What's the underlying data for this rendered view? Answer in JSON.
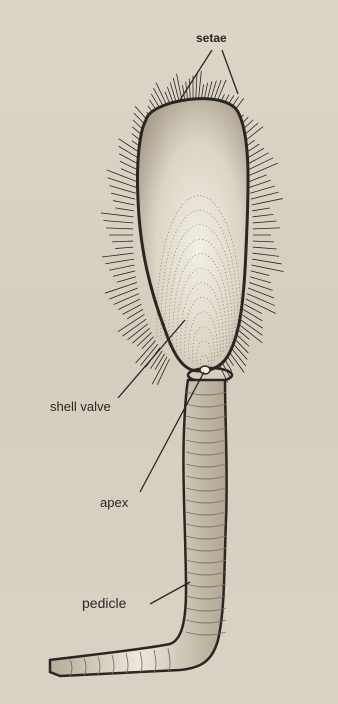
{
  "labels": {
    "setae": "setae",
    "shell_valve": "shell valve",
    "apex": "apex",
    "pedicle": "pedicle"
  },
  "colors": {
    "ink": "#2a2622",
    "paper": "#d8d2c4",
    "shell_fill": "#e8e3d6",
    "stipple": "#5a5248"
  }
}
